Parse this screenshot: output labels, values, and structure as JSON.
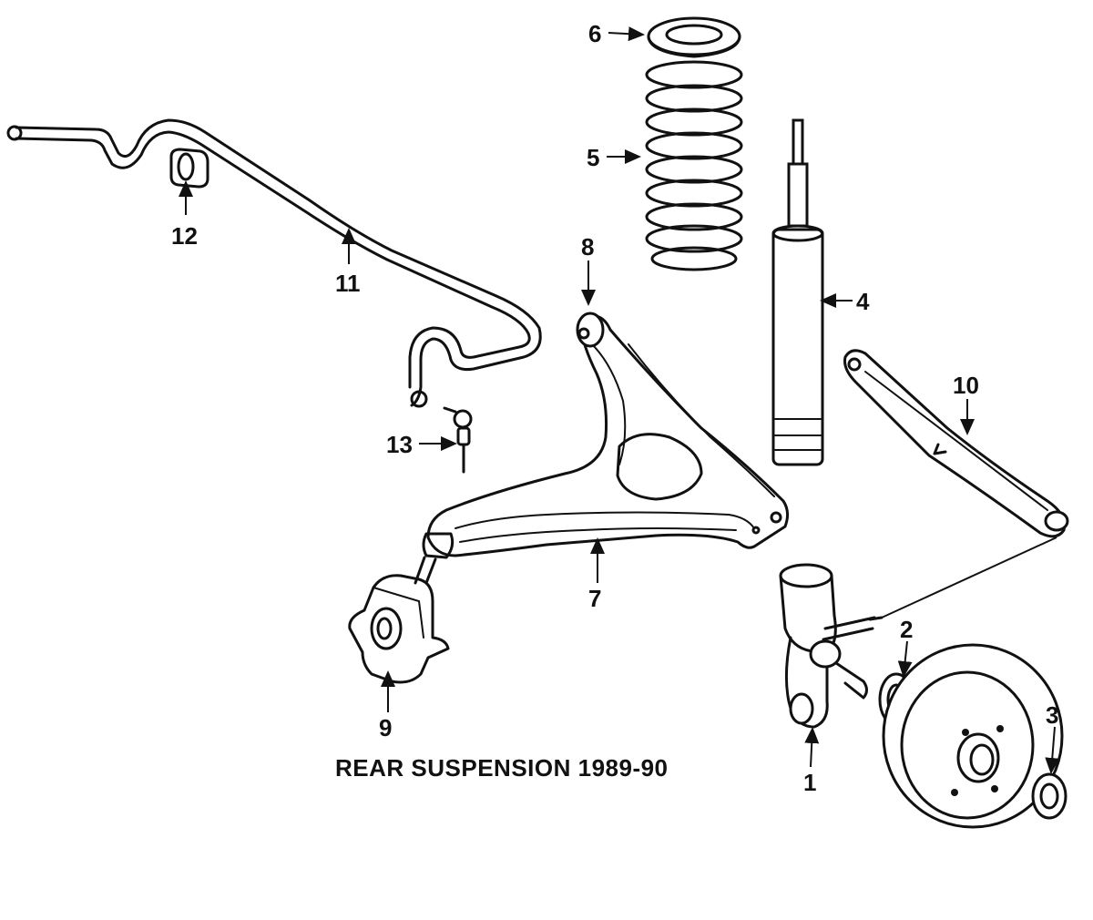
{
  "caption": "REAR SUSPENSION 1989-90",
  "callouts": {
    "c1": "1",
    "c2": "2",
    "c3": "3",
    "c4": "4",
    "c5": "5",
    "c6": "6",
    "c7": "7",
    "c8": "8",
    "c9": "9",
    "c10": "10",
    "c11": "11",
    "c12": "12",
    "c13": "13"
  }
}
